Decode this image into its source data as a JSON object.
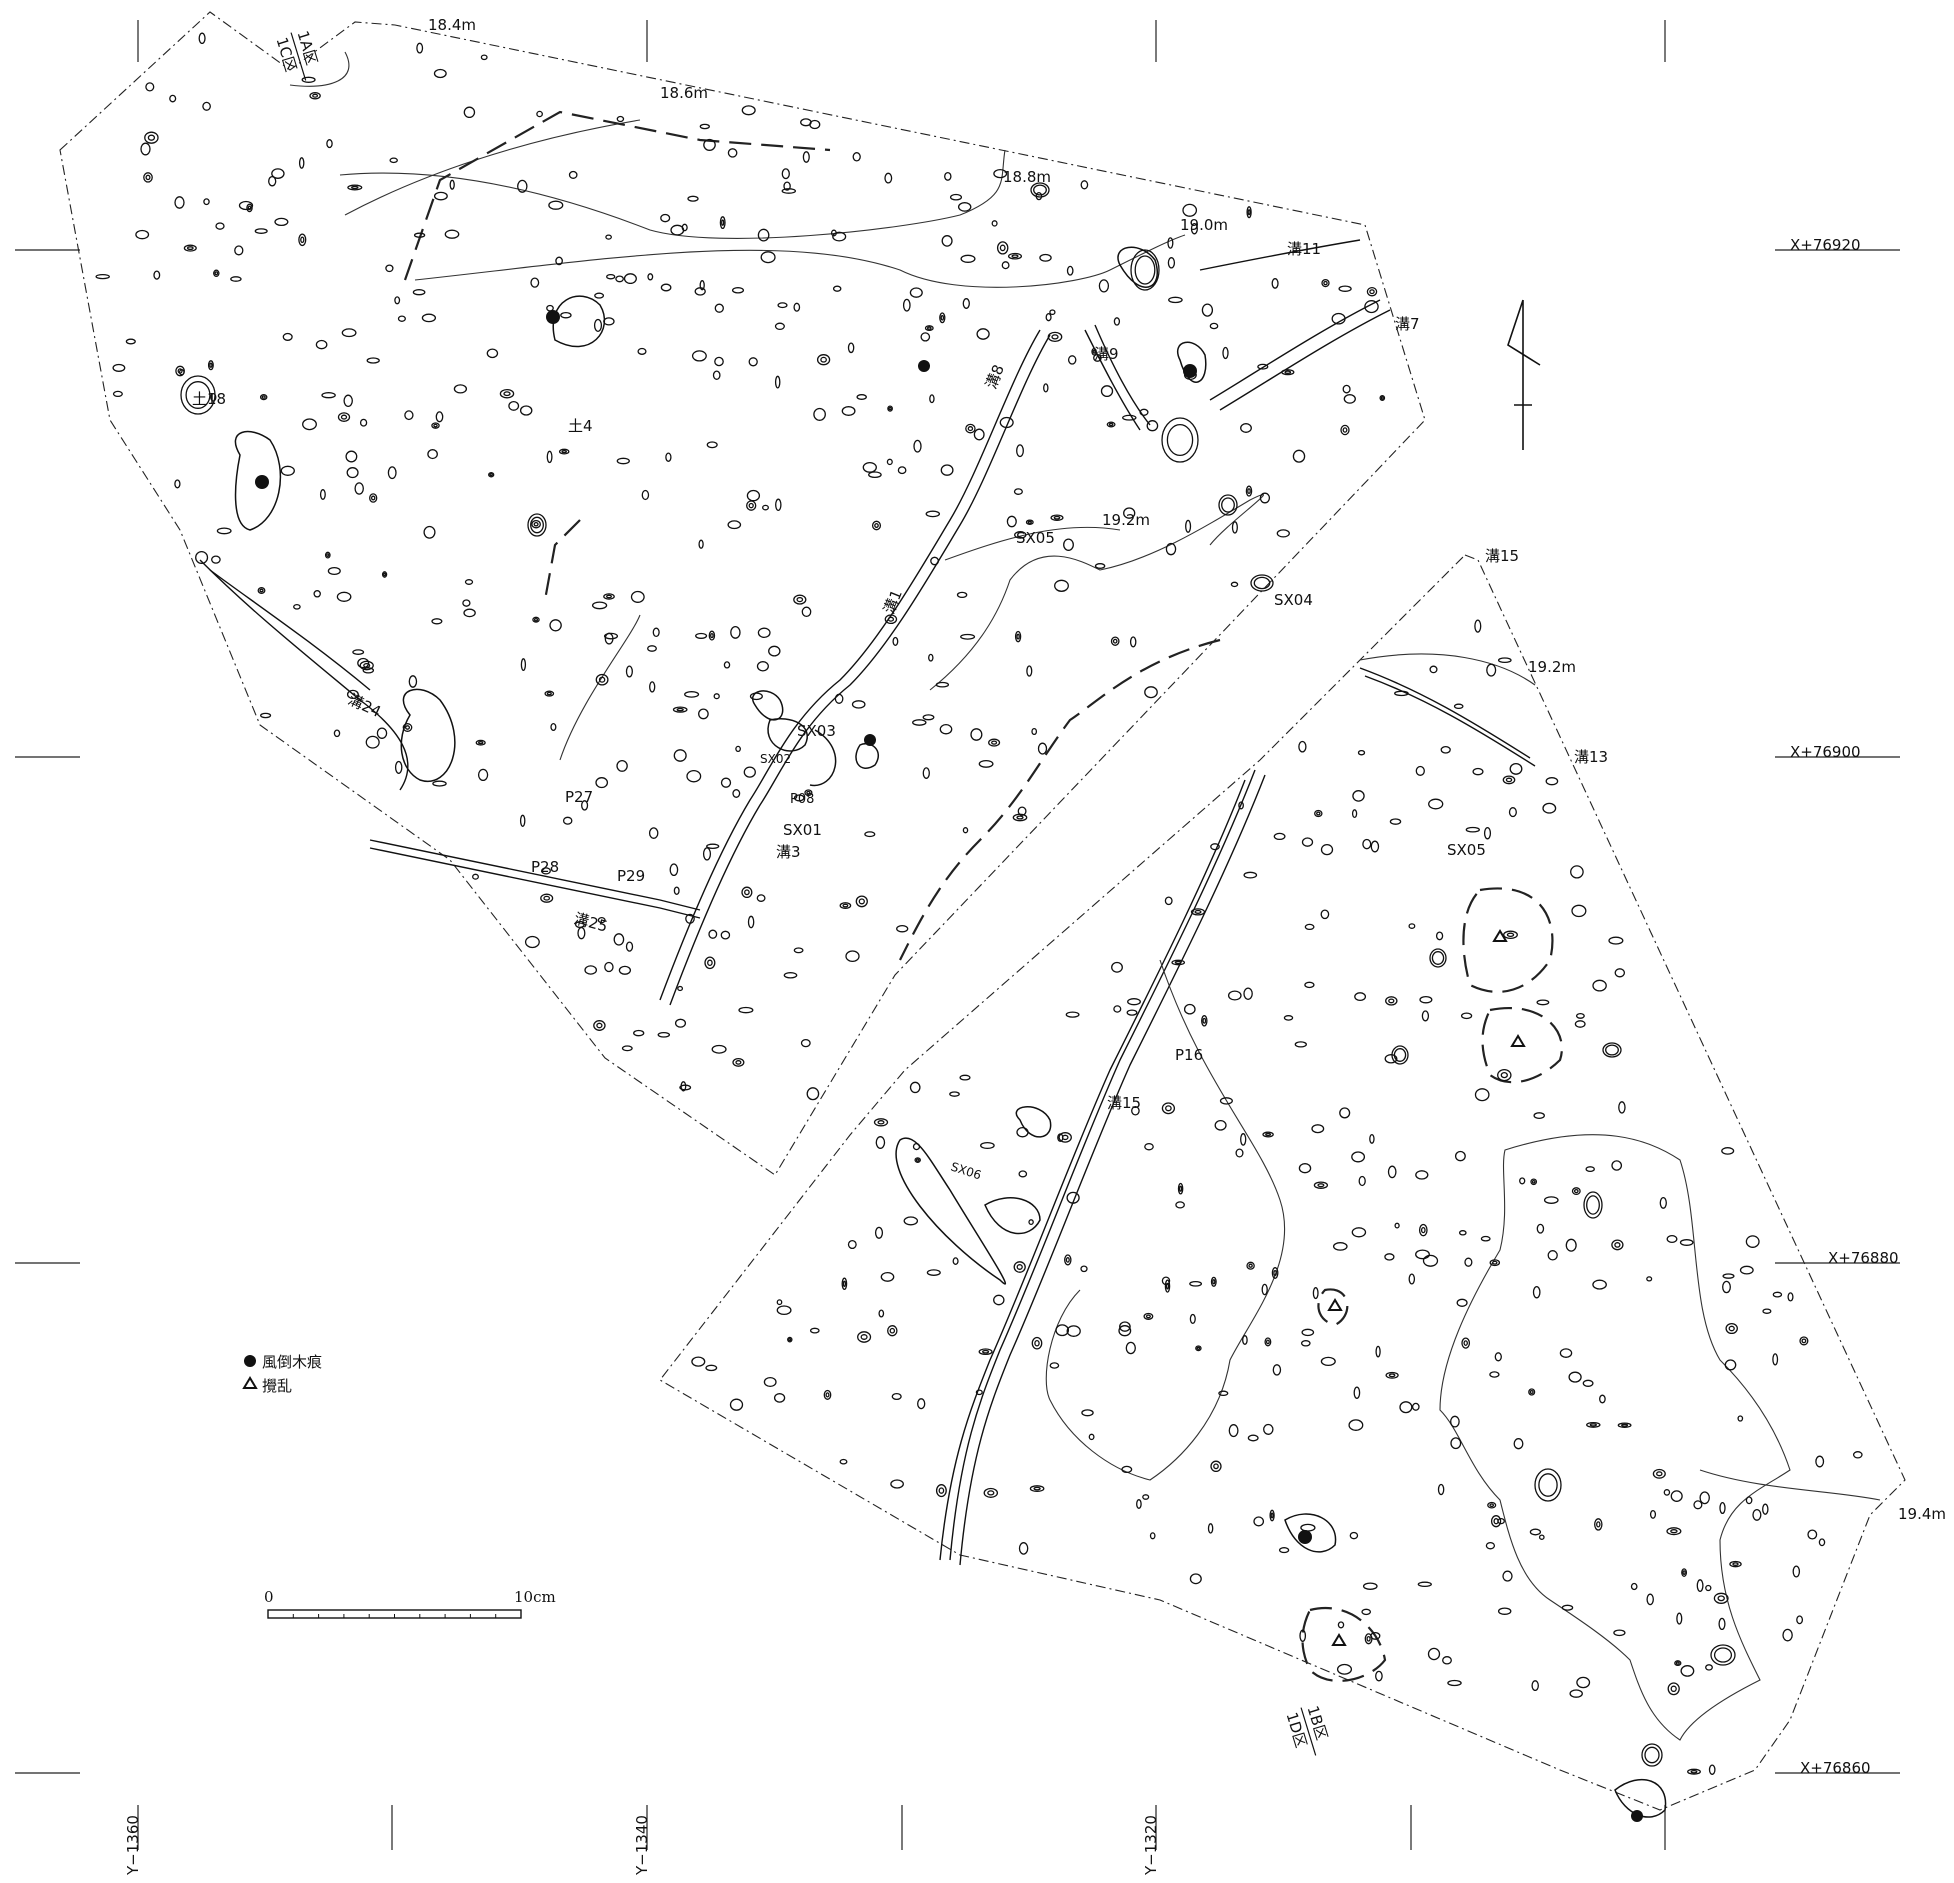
{
  "title": "",
  "section_labels": {
    "top_a": "1A区",
    "top_c": "1C区",
    "bottom_b": "1B区",
    "bottom_d": "1D区"
  },
  "contours": [
    "18.4m",
    "18.6m",
    "18.8m",
    "19.0m",
    "19.2m",
    "19.2m",
    "19.4m"
  ],
  "feature_labels": [
    "溝11",
    "溝7",
    "溝9",
    "溝8",
    "土18",
    "土4",
    "SX05",
    "19.2m",
    "溝1",
    "SX04",
    "溝24",
    "SX03",
    "SX02",
    "P08",
    "P27",
    "SX01",
    "溝3",
    "P28",
    "P29",
    "溝25",
    "溝15",
    "溝13",
    "SX05",
    "P16",
    "溝15",
    "SX06"
  ],
  "grid_x_labels": [
    "X+76920",
    "X+76900",
    "X+76880",
    "X+76860"
  ],
  "grid_y_labels": [
    "Y−1360",
    "Y−1340",
    "Y−1320"
  ],
  "legend": {
    "items": [
      {
        "symbol": "filled-circle",
        "label": "風倒木痕"
      },
      {
        "symbol": "triangle",
        "label": "攪乱"
      }
    ]
  },
  "scale_bar": {
    "start": "0",
    "end": "10cm",
    "divisions": 10
  },
  "colors": {
    "ink": "#111111",
    "background": "#ffffff"
  }
}
